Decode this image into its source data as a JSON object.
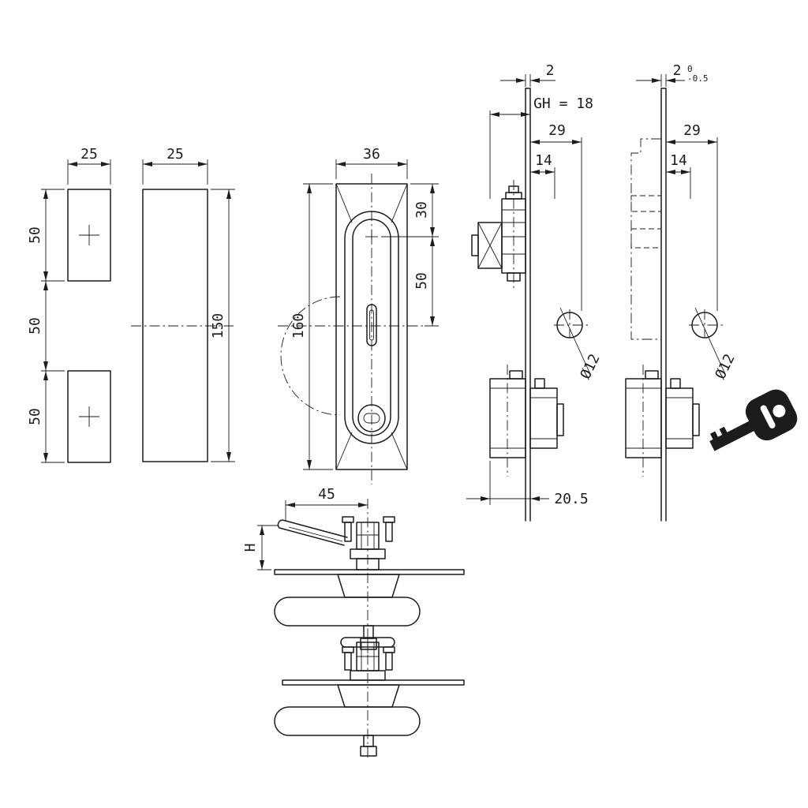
{
  "drawing": {
    "title": "Swing handle cabinet lock - dimensional drawing",
    "line_color": "#1c1c1c",
    "background": "#ffffff"
  },
  "dims": {
    "gasket_width": "25",
    "gasket_h1": "50",
    "gasket_gap": "50",
    "gasket_h2": "50",
    "plate_width": "25",
    "plate_height": "150",
    "front_width": "36",
    "front_top": "30",
    "front_mid": "50",
    "front_height": "160",
    "side_thickness": "2",
    "grip_height": "GH = 18",
    "side_depth_29": "29",
    "side_depth_14": "14",
    "hole_dia": "Ø12",
    "body_depth": "20.5",
    "side2_thickness": "2",
    "tol_upper": "0",
    "tol_lower": "-0.5",
    "side2_29": "29",
    "side2_14": "14",
    "hole_dia2": "Ø12",
    "cam_length": "45",
    "handle_height": "H"
  }
}
